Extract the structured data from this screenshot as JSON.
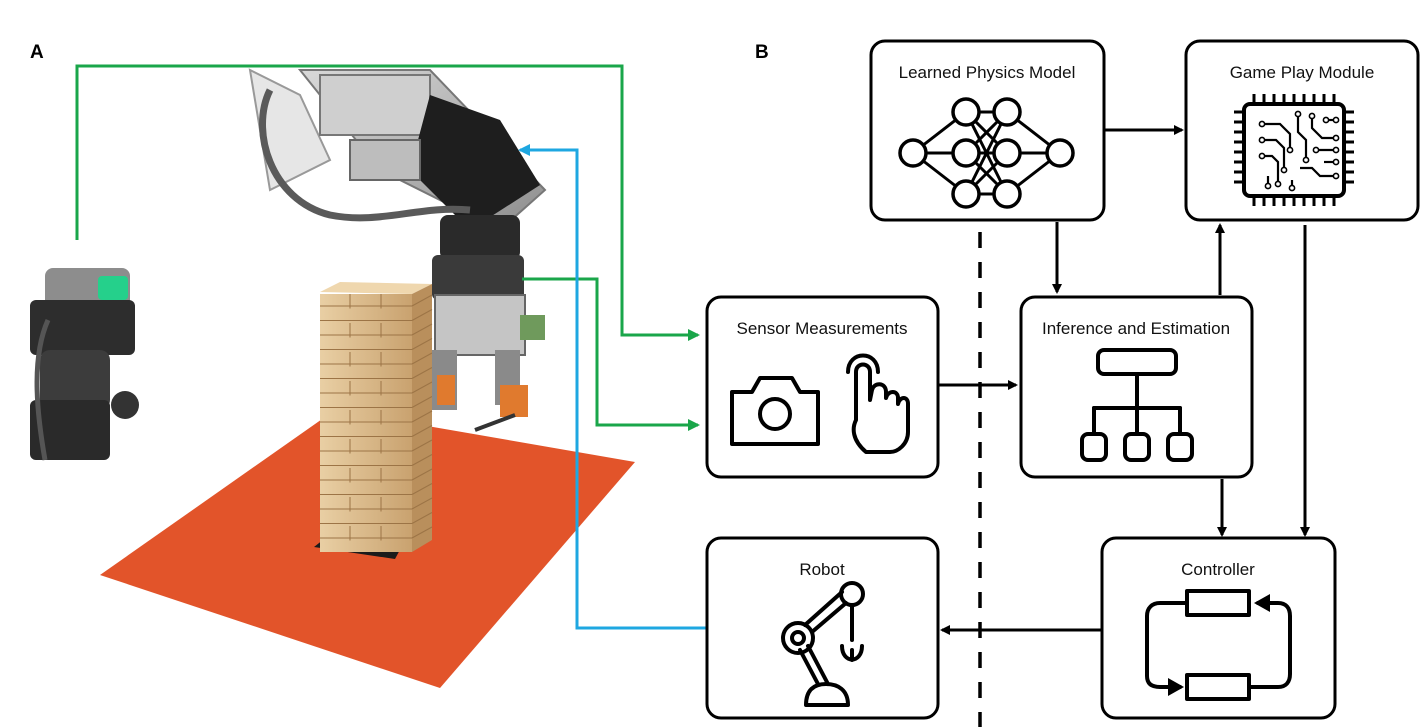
{
  "panels": {
    "a_label": "A",
    "b_label": "B"
  },
  "blocks": {
    "learned_physics": "Learned Physics Model",
    "game_play": "Game Play Module",
    "sensor": "Sensor Measurements",
    "inference": "Inference and Estimation",
    "robot": "Robot",
    "controller": "Controller"
  },
  "icons": {
    "learned_physics": "neural-network-icon",
    "game_play": "circuit-chip-icon",
    "sensor_camera": "camera-icon",
    "sensor_touch": "touch-finger-icon",
    "inference": "hierarchy-icon",
    "robot": "robot-arm-icon",
    "controller": "control-loop-icon"
  },
  "colors": {
    "vision_signal": "#1aa64a",
    "robot_command": "#1ea7e1",
    "mat": "#e2542a",
    "block_wood": "#dcb98a"
  }
}
